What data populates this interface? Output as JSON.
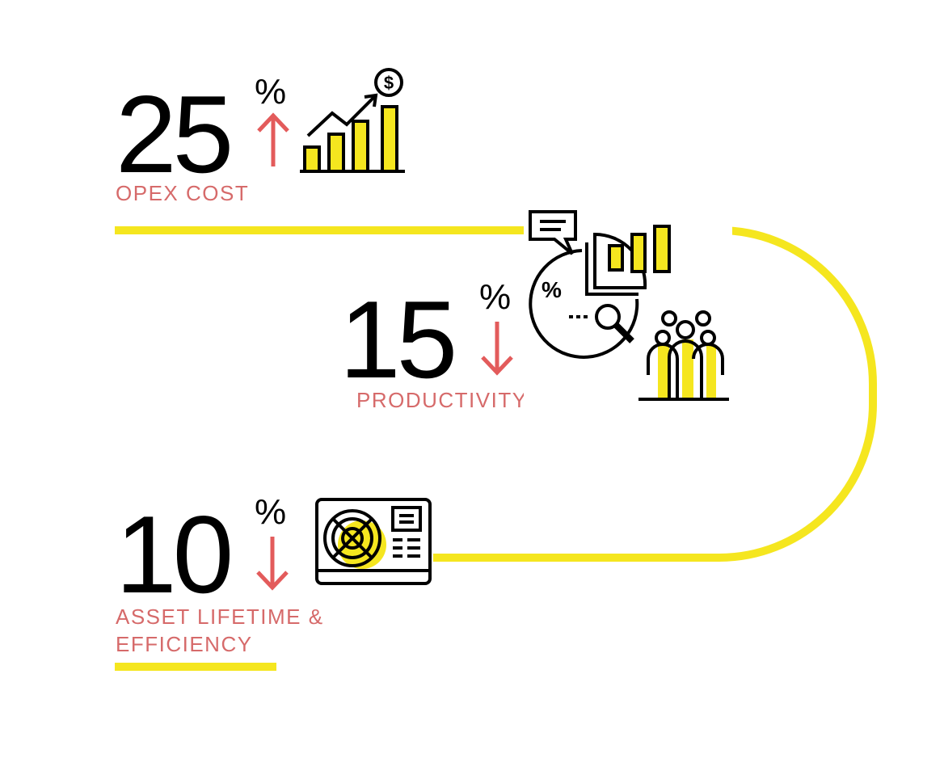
{
  "stats": [
    {
      "value": "25",
      "unit": "%",
      "direction": "up",
      "label_lines": [
        "OPEX COST"
      ],
      "icon": "growth-chart-icon"
    },
    {
      "value": "15",
      "unit": "%",
      "direction": "down",
      "label_lines": [
        "PRODUCTIVITY"
      ],
      "icon": "analytics-team-icon"
    },
    {
      "value": "10",
      "unit": "%",
      "direction": "down",
      "label_lines": [
        "ASSET LIFETIME &",
        "EFFICIENCY"
      ],
      "icon": "hvac-unit-icon"
    }
  ],
  "colors": {
    "accent_yellow": "#f5e61f",
    "label_red": "#d66a6a",
    "arrow_red": "#e35b5b",
    "text_black": "#000000"
  }
}
